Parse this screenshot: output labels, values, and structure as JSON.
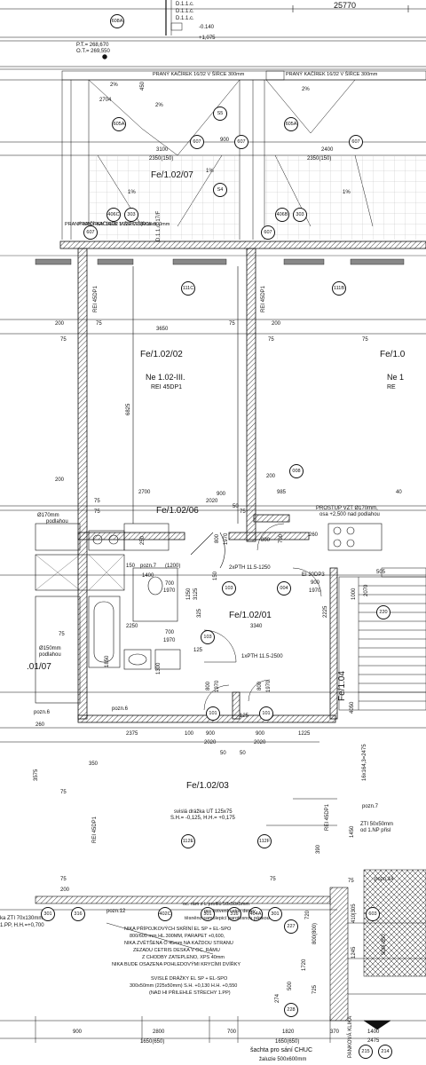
{
  "top_dim": "25770",
  "top_labels": {
    "tag_608a": "608A",
    "pt": "P.T.= 268,670",
    "ot": "O.T.= 269,550",
    "d1": "D.1.1.c.",
    "d2": "D.1.1.c.",
    "d3": "D.1.1.c.",
    "elev_140": "-0.140",
    "elev_1075": "+1,075"
  },
  "gutter_note_1": "PRANÝ KAČÍREK 16/32 V ŠÍŘCE 300mm",
  "gutter_note_2": "PRANÝ KAČÍREK 16/32 V ŠÍŘCE 300mm",
  "gutter_vert_1": "PRANÝ KAČÍREK 16/32 V ŠÍŘCE 300mm",
  "gutter_vert_2": "PRANÝ KAČÍREK 16/32 V ŠÍŘCE 300mm",
  "roof": {
    "dim_450": "450",
    "slope_2a": "2%",
    "slope_2b": "2%",
    "slope_2c": "2%",
    "dim_2704": "2704",
    "dim_3100": "3100",
    "dim_900": "900",
    "dim_2400": "2400",
    "dim_2350a": "2350(150)",
    "dim_2350b": "2350(150)",
    "slope_1a": "1%",
    "slope_1b": "1%",
    "slope_1c": "1%",
    "room": "Fe/1.02/07",
    "dref": "D.1.1.c. 17/F",
    "tag_605a_l": "605A",
    "tag_605a_r": "605A",
    "tag_s5": "S5",
    "tag_s4": "S4",
    "tag_607_1": "607",
    "tag_607_2": "607",
    "tag_607_3": "607",
    "tag_607_4": "607",
    "tag_607_5": "607",
    "tag_406c": "406C",
    "tag_406b": "406B",
    "tag_303a": "303",
    "tag_303b": "303"
  },
  "upper": {
    "tag_111c": "111C",
    "tag_111b": "111B",
    "wall_l": "REI 45DP1",
    "wall_r": "REI 45DP1",
    "dim_200a": "200",
    "dim_75a": "75",
    "dim_3650": "3650",
    "dim_75b": "75",
    "dim_200b": "200",
    "dim_75c": "75",
    "dim_75d": "75",
    "dim_200c": "200",
    "dim_75e": "75",
    "room": "Fe/1.02/02",
    "room_r": "Fe/1.0",
    "ne": "Ne 1.02-III.",
    "rei": "REI 45DP1",
    "ne_r": "Ne 1",
    "rei_r": "RE",
    "dim_6825": "6825",
    "dim_2700": "2700",
    "dim_900a": "900",
    "dim_75f": "75",
    "dim_200d": "200",
    "dim_985": "985",
    "dim_40": "40",
    "dim_2020a": "2020",
    "dim_50a": "50",
    "tag_008": "008"
  },
  "mid": {
    "room_06": "Fe/1.02/06",
    "d170a": "Ø170mm",
    "podlahou": "podlahou",
    "prostup": "PROSTUP VZT Ø170mm,",
    "osa": "osa +2,500 nad podlahou",
    "dim_75g": "75",
    "dim_75h": "75",
    "dim_250": "250",
    "dim_800a": "800",
    "dim_1970a": "1970",
    "dim_800b": "800",
    "dim_700a": "700",
    "dim_260": "260",
    "dim_150a": "150",
    "pozn7a": "pozn.7",
    "dim_1200": "(1200)",
    "dim_1400": "1400",
    "dim_700b": "700",
    "dim_1970b": "1970",
    "dim_3125": "3125",
    "dim_1250": "1250",
    "dim_150b": "150",
    "tag_103a": "103",
    "pth1": "2xPTH 11.5-1250",
    "tag_004": "004",
    "ei": "EI 30DP3",
    "dim_900b": "900",
    "dim_1970c": "1970",
    "dim_505": "505",
    "dim_2070": "2070",
    "dim_1000": "1000",
    "dim_2225": "2225",
    "room_01": "Fe/1.02/01",
    "dim_3340": "3340",
    "tag_220": "220",
    "dim_325": "325",
    "dim_2250": "2250",
    "dim_700c": "700",
    "dim_1970d": "1970",
    "tag_103b": "103",
    "dim_125a": "125",
    "d150": "Ø150mm",
    "podl": "podlahou",
    "room_07": ".01/07",
    "dim_75i": "75",
    "dim_1850": "1850",
    "dim_1300": "1300",
    "pth2": "1xPTH 11.5-2500",
    "dim_800c": "800",
    "dim_1970e": "1970",
    "dim_800d": "800",
    "dim_1970f": "1970",
    "room_04": "Fe/1.04",
    "dim_4050": "4050",
    "tag_101a": "101",
    "tag_101b": "101",
    "pozn6a": "pozn.6",
    "pozn6b": "pozn.6",
    "dim_125b": "125",
    "dim_260b": "260"
  },
  "lower": {
    "dim_2375": "2375",
    "dim_100": "100",
    "dim_900c": "900",
    "dim_900d": "900",
    "dim_1225": "1225",
    "dim_2020b": "2020",
    "dim_2020c": "2020",
    "dim_50b": "50",
    "dim_50c": "50",
    "dim_350": "350",
    "dim_3575": "3575",
    "room_03": "Fe/1.02/03",
    "dim_75j": "75",
    "wall_l": "REI 45DP1",
    "wall_r": "REI 45DP1",
    "zti": "ZTI 50x50mm",
    "zti2": "od 1.NP přisl",
    "pozn7b": "pozn.7",
    "dim_1450": "1450",
    "dim_1614": "16x164,3=2475",
    "drazka": "svislá drážka UT 125x75",
    "drazka2": "S.H.= -0,125, H.H.= +0,175",
    "tag_112e": "112E",
    "tag_112f": "112F",
    "dim_390": "390",
    "pozn14": "pozn.14",
    "dim_75k": "75",
    "dim_75l": "75",
    "dim_200e": "200",
    "dim_75m": "75"
  },
  "bottom": {
    "tag_301a": "301",
    "tag_316a": "316",
    "pozn12": "pozn.12",
    "tag_402c": "402C",
    "tag_301b": "301",
    "tag_316b": "316",
    "tag_404a": "404A",
    "tag_301c": "301",
    "dim_720": "720",
    "tag_603": "603",
    "tag_227": "227",
    "tag_228": "228",
    "dim_1245": "1245",
    "dim_800": "800(800)",
    "dim_4105": "410|305",
    "dim_500": "500|-350",
    "dim_1720": "1720",
    "dim_725": "725",
    "dim_274": "274",
    "dim_500b": "500",
    "zti": "ka ZTI 70x130mm",
    "zti2": "1.PP, H.H.=+0,700",
    "n1": "oc. rám z L profilů 50x50x5mm",
    "n2": "pro kotvení cetris desky",
    "n3": "těsněno samolepicí parotěsnou páskou",
    "n4": "NIKA PŘÍPOJKOVÝCH SKŘÍNÍ EL SP + EL-SPO",
    "n5": "800/600 mm HL.300MM, PARAPET +0,600,",
    "n6": "NIKA ZVĚTŠENA O 45mm NA KAŽDOU STRANU",
    "n7": "ZEZADU CETRIS DESKA V OC. RÁMU",
    "n8": "Z CHODBY ZATEPLENO, XPS 40mm",
    "n9": "NIKA BUDE OSAZENA POHLEDOVÝMI KRYCÍMI DVÍŘKY",
    "n10": "SVISLÉ DRÁŽKY EL SP + EL-SPO",
    "n11": "300x50mm (225x50mm) S.H. +0,130 H.H. +0,550",
    "n12": "(NAD HI PŘILEHLÉ STŘECHY 1.PP)"
  },
  "footer": {
    "d900": "900",
    "d2800": "2800",
    "d1650a": "1650(650)",
    "d700": "700",
    "d1820": "1820",
    "d1650b": "1650(650)",
    "d370": "370",
    "d1400": "1400",
    "d2475": "2475",
    "tag_215": "215",
    "tag_214": "214",
    "sachta": "šachta pro sání CHUC",
    "zaluzie": "žaluzie 500x600mm",
    "pankova": "PANKOVÁ KLIKA"
  }
}
